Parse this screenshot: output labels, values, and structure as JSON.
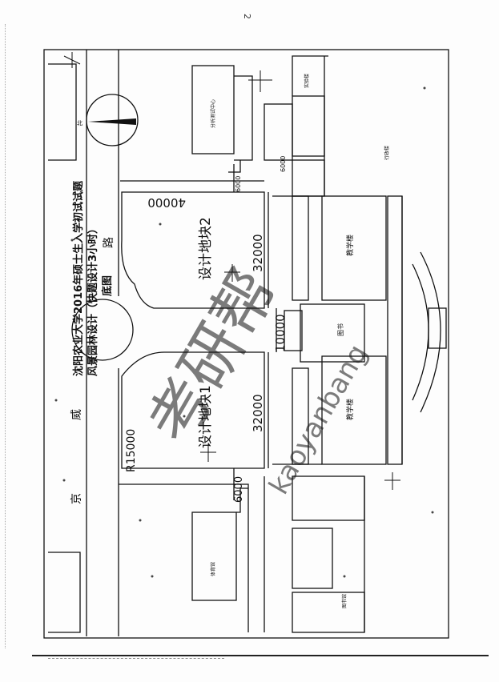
{
  "page_number": "2",
  "heading": {
    "line1": "沈阳农业大学2016年硕士生入学初试试题",
    "line2": "风景园林设计（快题设计3小时）",
    "line3": "底图"
  },
  "site_labels": {
    "plot1": "设计地块1",
    "plot2": "设计地块2",
    "dim_plot1": "32000",
    "dim_plot2": "32000",
    "dim_gap": "10000",
    "dim_top": "40000",
    "dim_radius": "R15000",
    "dim_small_1": "6000",
    "dim_small_2": "6000",
    "dim_small_3": "6000"
  },
  "road_label": [
    "京",
    "威",
    "路"
  ],
  "buildings": {
    "teaching_1": "教学楼",
    "teaching_2": "教学楼",
    "center": "图书",
    "north_center": "分析测试中心",
    "south_bldg": "实验楼",
    "gym": "体育馆",
    "admin": "行政楼",
    "library": "图书馆"
  },
  "north_arrow_label": "北",
  "watermark": {
    "cn": "考研帮",
    "en": "kaoyanbang"
  }
}
